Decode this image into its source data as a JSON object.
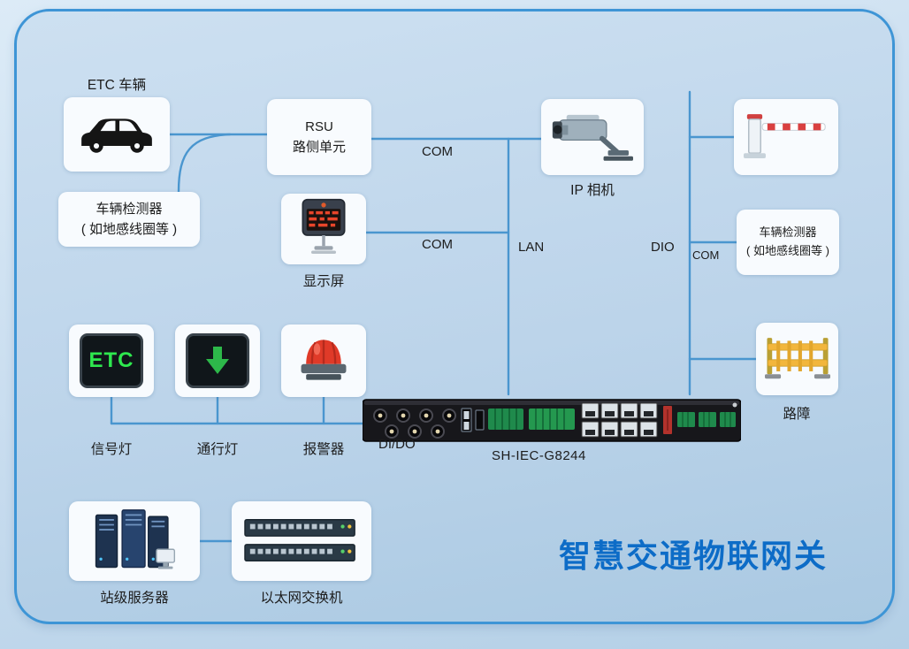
{
  "diagram": {
    "title": "智慧交通物联网关",
    "device": {
      "model": "SH-IEC-G8244",
      "io_label": "DI/DO"
    },
    "nodes": {
      "etc_vehicle": {
        "label": "ETC 车辆"
      },
      "detector_left": {
        "line1": "车辆检测器",
        "line2": "( 如地感线圈等 )"
      },
      "rsu": {
        "line1": "RSU",
        "line2": "路侧单元"
      },
      "display": {
        "label": "显示屏"
      },
      "ip_camera": {
        "label": "IP 相机"
      },
      "barrier_gate": {
        "label": ""
      },
      "detector_right": {
        "line1": "车辆检测器",
        "line2": "( 如地感线圈等 )"
      },
      "roadblock": {
        "label": "路障"
      },
      "signal_light": {
        "label": "信号灯",
        "screen_text": "ETC"
      },
      "pass_light": {
        "label": "通行灯"
      },
      "alarm": {
        "label": "报警器"
      },
      "server": {
        "label": "站级服务器"
      },
      "switch": {
        "label": "以太网交换机"
      }
    },
    "ports": {
      "com_rsu": "COM",
      "com_display": "COM",
      "lan": "LAN",
      "dio": "DIO",
      "com_right": "COM"
    },
    "colors": {
      "line": "#4a96cf",
      "title": "#0d6cc7",
      "panel_border": "#3e95d6"
    }
  }
}
